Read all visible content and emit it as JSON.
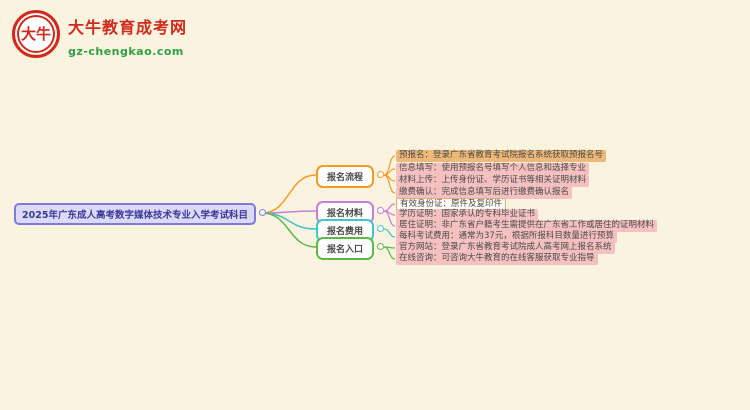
{
  "header": {
    "logo_text": "大牛",
    "site_name": "大牛教育成考网",
    "site_url": "gz-chengkao.com"
  },
  "palette": {
    "background": "#faf3e0",
    "brand_red": "#cf2a1b",
    "brand_green": "#2f9e44",
    "root_bg": "#dcdaf7",
    "root_border": "#7b7ce0",
    "leaf_highlight_pink": "#f5c0c0",
    "leaf_highlight_orange": "#eeb878"
  },
  "mindmap": {
    "root": {
      "label": "2025年广东成人高考数字媒体技术专业入学考试科目"
    },
    "branches": [
      {
        "label": "报名流程",
        "line_color": "#f59b22",
        "leaves": [
          "预报名：登录广东省教育考试院报名系统获取预报名号",
          "信息填写：使用预报名号填写个人信息和选择专业",
          "材料上传：上传身份证、学历证书等相关证明材料",
          "缴费确认：完成信息填写后进行缴费确认报名"
        ]
      },
      {
        "label": "报名材料",
        "line_color": "#c77fd6",
        "leaves": [
          "有效身份证：原件及复印件",
          "学历证明：国家承认的专科毕业证书",
          "居住证明：非广东省户籍考生需提供在广东省工作或居住的证明材料"
        ]
      },
      {
        "label": "报名费用",
        "line_color": "#3fc6c9",
        "leaves": [
          "每科考试费用：通常为37元，根据所报科目数量进行预算"
        ]
      },
      {
        "label": "报名入口",
        "line_color": "#5cb84b",
        "leaves": [
          "官方网站：登录广东省教育考试院成人高考网上报名系统",
          "在线咨询：可咨询大牛教育的在线客服获取专业指导"
        ]
      }
    ]
  }
}
